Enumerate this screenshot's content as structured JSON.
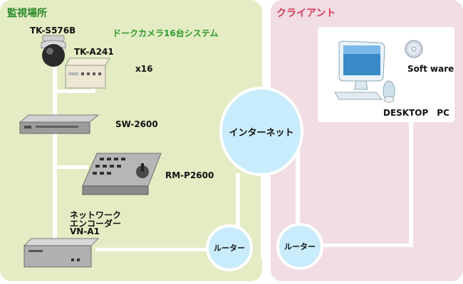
{
  "left_section": {
    "title": "監視場所",
    "system_label": "ドークカメラ16台システム",
    "devices": {
      "camera": "TK-S576B",
      "multiplexer": "TK-A241",
      "multiplier": "x16",
      "switcher": "SW-2600",
      "controller": "RM-P2600",
      "encoder_line1": "ネットワーク",
      "encoder_line2": "エンコーダー",
      "encoder_line3": "VN-A1"
    },
    "router": "ルーター"
  },
  "internet": "インターネット",
  "right_section": {
    "title": "クライアント",
    "software": "Soft ware",
    "desktop": "DESKTOP　PC",
    "router": "ルーター"
  },
  "colors": {
    "left_panel": "#e4ecc4",
    "right_panel": "#f1dde3",
    "heading_left": "#2a8a2a",
    "heading_right": "#d43c5c",
    "system_label": "#2a9a2a",
    "circle_fill": "#c8ecfb"
  }
}
